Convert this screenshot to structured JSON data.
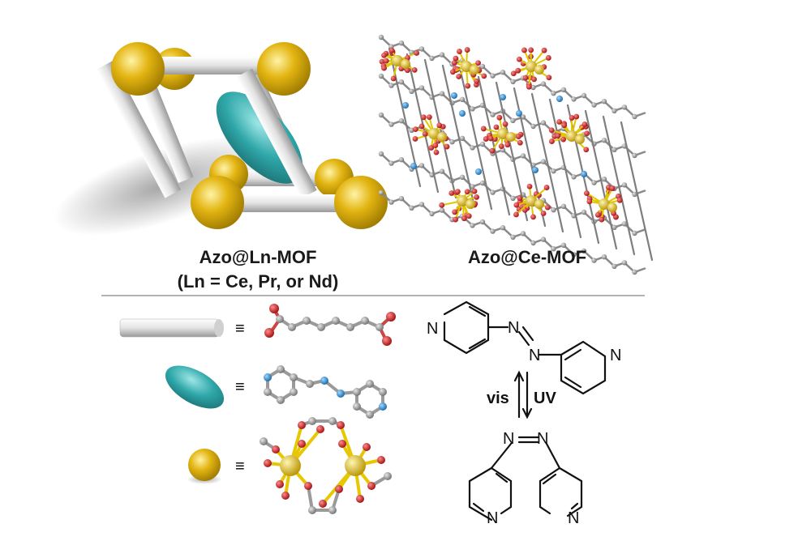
{
  "labels": {
    "structure_left": "Azo@Ln-MOF",
    "structure_left_sub": "(Ln = Ce, Pr, or Nd)",
    "structure_right": "Azo@Ce-MOF"
  },
  "legend": {
    "equiv_symbol": "≡"
  },
  "reaction": {
    "forward": "vis",
    "reverse": "UV",
    "atom_N": "N"
  },
  "colors": {
    "metal": "#e0b411",
    "linker_ellipsoid": "#2ea6a8",
    "rod": "#d8d8d8",
    "oxygen": "#d21a1a",
    "nitrogen": "#1f8fd6",
    "carbon": "#8f8f8f"
  }
}
